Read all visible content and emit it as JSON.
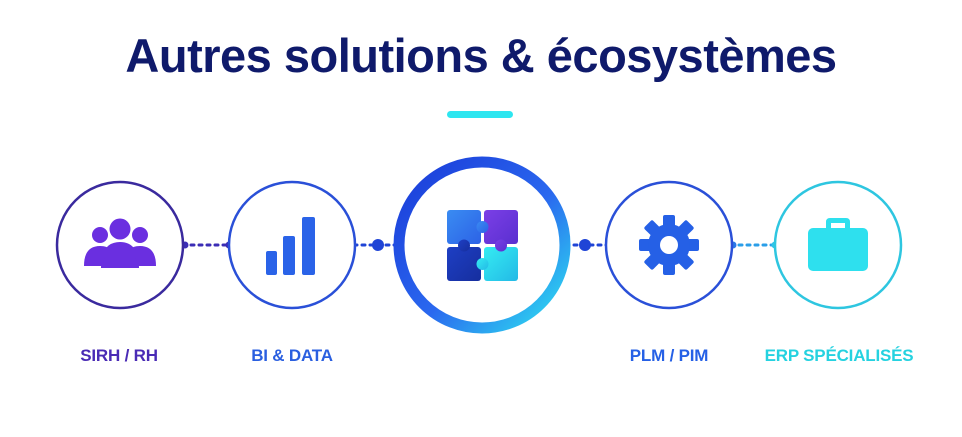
{
  "title": "Autres solutions & écosystèmes",
  "nodes": [
    {
      "label": "SIRH / RH",
      "icon": "users-icon",
      "color": "#4a2bb5"
    },
    {
      "label": "BI & DATA",
      "icon": "bar-chart-icon",
      "color": "#2a5fe0"
    },
    {
      "label": "",
      "icon": "puzzle-icon",
      "color": "#1c3fd6"
    },
    {
      "label": "PLM / PIM",
      "icon": "gear-icon",
      "color": "#2560e6"
    },
    {
      "label": "ERP SPÉCIALISÉS",
      "icon": "briefcase-icon",
      "color": "#25d2e0"
    }
  ]
}
